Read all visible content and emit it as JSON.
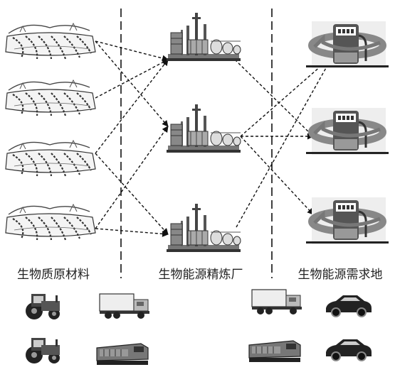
{
  "columns": [
    {
      "label": "生物质原材料"
    },
    {
      "label": "生物能源精炼厂"
    },
    {
      "label": "生物能源需求地"
    }
  ],
  "nodes": {
    "farms": [
      {
        "icon": "farm-field-icon"
      },
      {
        "icon": "farm-field-icon"
      },
      {
        "icon": "farm-field-icon"
      },
      {
        "icon": "farm-field-icon"
      }
    ],
    "refineries": [
      {
        "icon": "refinery-icon"
      },
      {
        "icon": "refinery-icon"
      },
      {
        "icon": "refinery-icon"
      }
    ],
    "demand_sites": [
      {
        "icon": "fuel-station-icon"
      },
      {
        "icon": "fuel-station-icon"
      },
      {
        "icon": "fuel-station-icon"
      }
    ]
  },
  "flows": [
    {
      "from": "farm-1",
      "to": "refinery-1"
    },
    {
      "from": "farm-1",
      "to": "refinery-2"
    },
    {
      "from": "farm-2",
      "to": "refinery-1"
    },
    {
      "from": "farm-3",
      "to": "refinery-1"
    },
    {
      "from": "farm-3",
      "to": "refinery-3"
    },
    {
      "from": "farm-4",
      "to": "refinery-2"
    },
    {
      "from": "farm-4",
      "to": "refinery-3"
    },
    {
      "from": "refinery-1",
      "to": "demand-2"
    },
    {
      "from": "refinery-2",
      "to": "demand-1"
    },
    {
      "from": "refinery-2",
      "to": "demand-2"
    },
    {
      "from": "refinery-2",
      "to": "demand-3"
    },
    {
      "from": "refinery-3",
      "to": "demand-1"
    }
  ],
  "vehicles": {
    "left": [
      "tractor-icon",
      "truck-icon",
      "tractor-icon",
      "locomotive-icon"
    ],
    "right": [
      "truck-icon",
      "car-icon",
      "locomotive-icon",
      "car-icon"
    ]
  }
}
